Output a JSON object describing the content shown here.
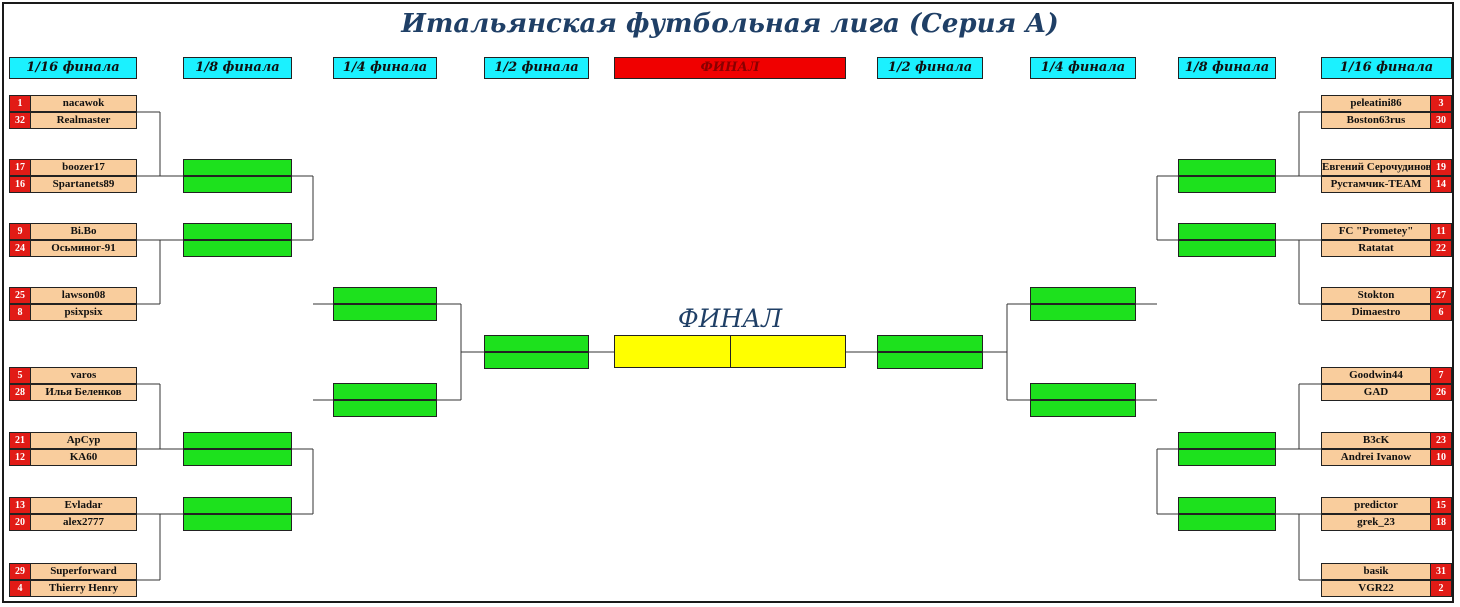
{
  "title": "Итальянская футбольная лига (Серия А)",
  "headers": {
    "r32_left": "1/16 финала",
    "r16_left": "1/8 финала",
    "qf_left": "1/4 финала",
    "sf_left": "1/2 финала",
    "final": "ФИНАЛ",
    "sf_right": "1/2 финала",
    "qf_right": "1/4 финала",
    "r16_right": "1/8 финала",
    "r32_right": "1/16 финала"
  },
  "final_label": "ФИНАЛ",
  "colors": {
    "header": "#1bf1ff",
    "final_header": "#f00000",
    "seed": "#e11b16",
    "player": "#f9cd9d",
    "empty_slot": "#1de11d",
    "final_box": "#ffff00",
    "title": "#1f3f66"
  },
  "left_matches": [
    [
      {
        "seed": "1",
        "name": "nacawok"
      },
      {
        "seed": "32",
        "name": "Realmaster"
      }
    ],
    [
      {
        "seed": "17",
        "name": "boozer17"
      },
      {
        "seed": "16",
        "name": "Spartanets89"
      }
    ],
    [
      {
        "seed": "9",
        "name": "Bi.Bo"
      },
      {
        "seed": "24",
        "name": "Осьминог-91"
      }
    ],
    [
      {
        "seed": "25",
        "name": "lawson08"
      },
      {
        "seed": "8",
        "name": "psixpsix"
      }
    ],
    [
      {
        "seed": "5",
        "name": "varos"
      },
      {
        "seed": "28",
        "name": "Илья Беленков"
      }
    ],
    [
      {
        "seed": "21",
        "name": "ApCyp"
      },
      {
        "seed": "12",
        "name": "KA60"
      }
    ],
    [
      {
        "seed": "13",
        "name": "Evladar"
      },
      {
        "seed": "20",
        "name": "alex2777"
      }
    ],
    [
      {
        "seed": "29",
        "name": "Superforward"
      },
      {
        "seed": "4",
        "name": "Thierry Henry"
      }
    ]
  ],
  "right_matches": [
    [
      {
        "seed": "3",
        "name": "peleatini86"
      },
      {
        "seed": "30",
        "name": "Boston63rus"
      }
    ],
    [
      {
        "seed": "19",
        "name": "Евгений Серочудинов"
      },
      {
        "seed": "14",
        "name": "Рустамчик-TEAM"
      }
    ],
    [
      {
        "seed": "11",
        "name": "FC \"Prometey\""
      },
      {
        "seed": "22",
        "name": "Ratatat"
      }
    ],
    [
      {
        "seed": "27",
        "name": "Stokton"
      },
      {
        "seed": "6",
        "name": "Dimaestro"
      }
    ],
    [
      {
        "seed": "7",
        "name": "Goodwin44"
      },
      {
        "seed": "26",
        "name": "GAD"
      }
    ],
    [
      {
        "seed": "23",
        "name": "B3cK"
      },
      {
        "seed": "10",
        "name": "Andrei Ivanow"
      }
    ],
    [
      {
        "seed": "15",
        "name": "predictor"
      },
      {
        "seed": "18",
        "name": "grek_23"
      }
    ],
    [
      {
        "seed": "31",
        "name": "basik"
      },
      {
        "seed": "2",
        "name": "VGR22"
      }
    ]
  ]
}
